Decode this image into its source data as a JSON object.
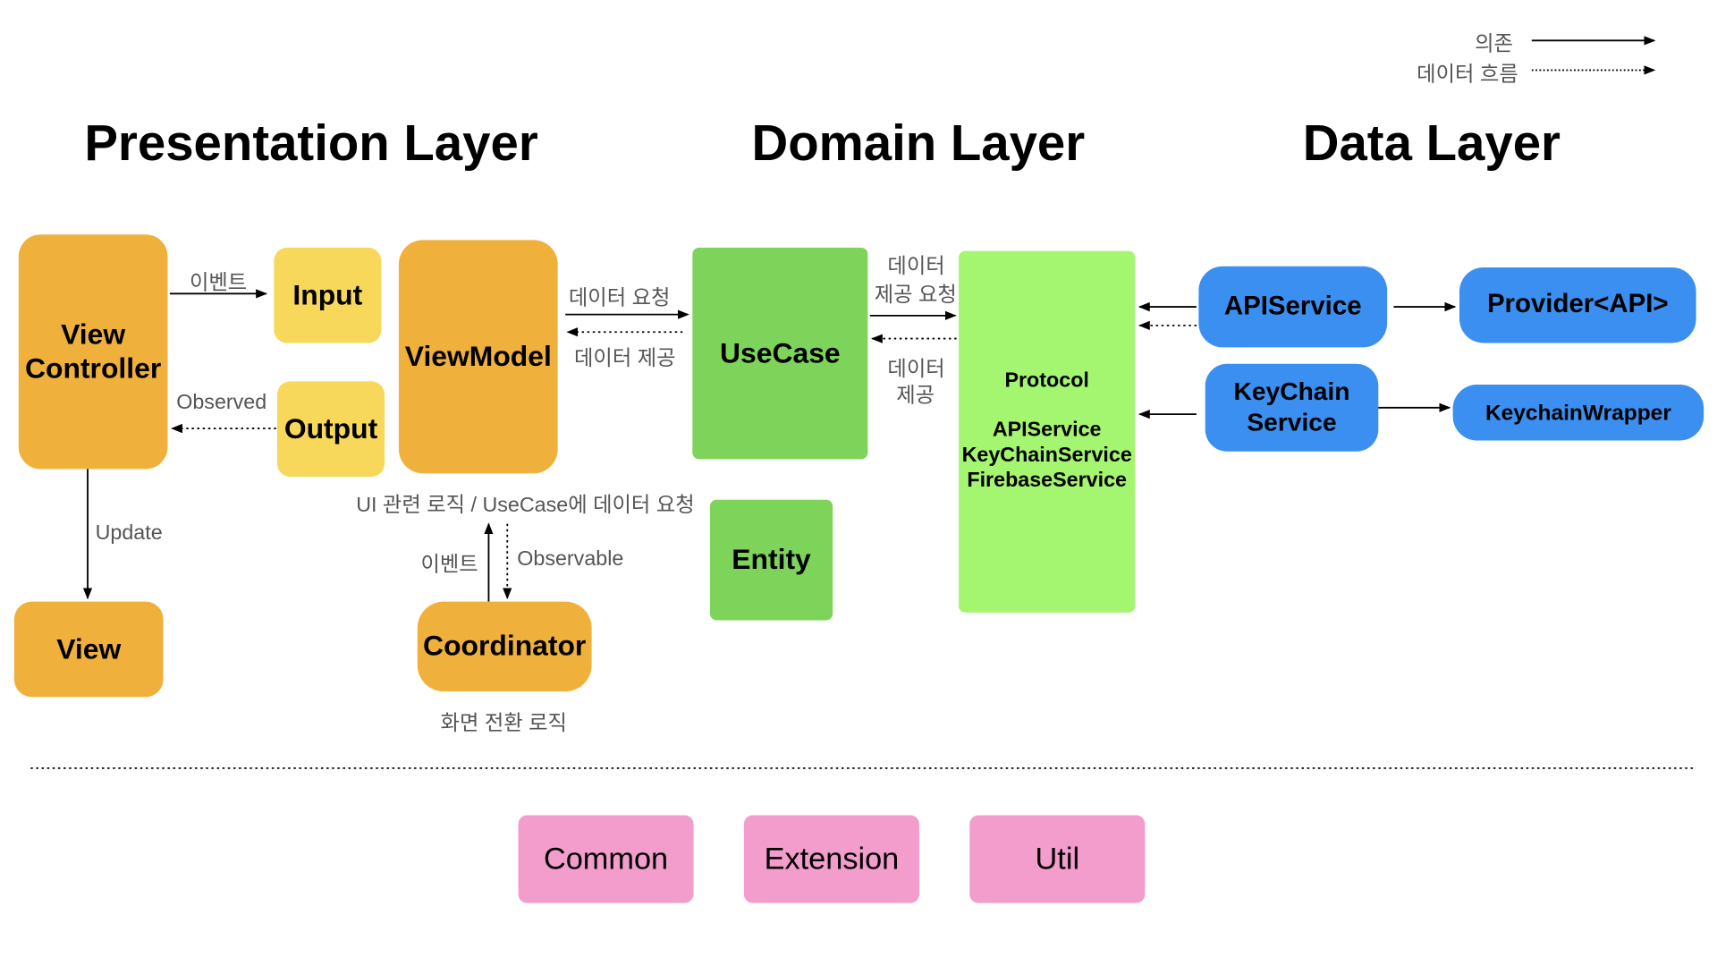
{
  "legend": {
    "dependency": "의존",
    "data_flow": "데이터 흐름"
  },
  "layers": {
    "presentation": "Presentation Layer",
    "domain": "Domain Layer",
    "data": "Data Layer"
  },
  "boxes": {
    "view_controller": "View Controller",
    "input": "Input",
    "output": "Output",
    "view_model": "ViewModel",
    "view": "View",
    "coordinator": "Coordinator",
    "use_case": "UseCase",
    "entity": "Entity",
    "protocol_title": "Protocol",
    "protocol_items": [
      "APIService",
      "KeyChainService",
      "FirebaseService"
    ],
    "api_service": "APIService",
    "provider": "Provider<API>",
    "keychain_service": "KeyChain Service",
    "keychain_wrapper": "KeychainWrapper",
    "common": "Common",
    "extension": "Extension",
    "util": "Util"
  },
  "labels": {
    "event": "이벤트",
    "observed": "Observed",
    "update": "Update",
    "data_request": "데이터  요청",
    "data_provide": "데이터 제공",
    "viewmodel_desc": "UI 관련 로직 / UseCase에 데이터 요청",
    "coord_event": "이벤트",
    "observable": "Observable",
    "coord_desc": "화면 전환 로직",
    "domain_request_1": "데이터",
    "domain_request_2": "제공 요청",
    "domain_provide_1": "데이터",
    "domain_provide_2": "제공"
  },
  "colors": {
    "presentation": "#f0b03c",
    "io": "#f7d85a",
    "usecase": "#7ed45a",
    "protocol": "#a4f570",
    "data": "#3b8ff0",
    "common": "#f29dcb"
  }
}
